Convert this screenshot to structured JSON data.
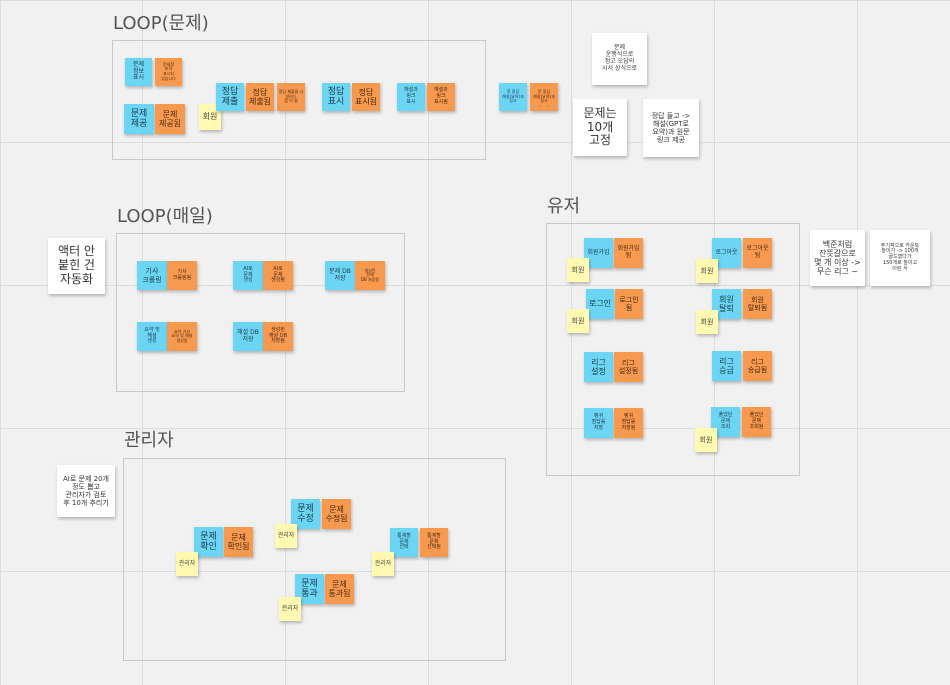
{
  "sections": {
    "loop_problem": "LOOP(문제)",
    "loop_daily": "LOOP(매일)",
    "admin": "관리자",
    "user": "유저"
  },
  "notes": {
    "p_show": "문제\n정보\n표시",
    "p_show_done": "문제정\n보이\n표시되\n었습니다",
    "p_provide": "문제\n제공",
    "p_provided": "문제\n제공됨",
    "p_member": "회원",
    "p_submit": "정답\n제출",
    "p_submitted": "정답\n제출됨",
    "p_submit_tiny": "정답 제출을 시 알려드\n림 이 될",
    "p_answer": "정답\n표시",
    "p_answered": "정답\n표시됨",
    "p_explain": "해설과\n링크\n표시",
    "p_explained": "해설과\n링크\n표시됨",
    "p_tiny1": "문 정답\n해설(요약)과\n링크",
    "p_tiny2": "문 정답\n해설(요약)과\n링크",
    "p_comment1": "문제\n운행식으로\n정고 오답의\n시서 상식으로",
    "p_fixed": "문제는\n10개\n고정",
    "p_comment2": "정답 들고 ->\n해설(GPT로\n요약)과 원문\n링크 제공",
    "d_crawl": "기사\n크롤링",
    "d_crawled": "기사\n크롤링됨",
    "d_ai_gen": "AI로\n문제\n생성",
    "d_ai_genned": "AI로\n문제\n생성됨",
    "d_db_save": "문제 DB\n저장",
    "d_db_saved": "생성된\n문제\nDB 저장됨",
    "d_summary": "요약 및\n해설\n생성",
    "d_summary_done": "요약 기사\n요약 및 해설\n생성됨",
    "d_exp_db": "해설 DB\n저장",
    "d_exp_db_done": "생성된\n해설 DB\n저장됨",
    "d_side_note": "액터 안\n붙힌 건\n자동화",
    "a_confirm": "문제\n확인",
    "a_confirmed": "문제\n확인됨",
    "a_admin1": "관리자",
    "a_edit": "문제\n수정",
    "a_edited": "문제\n수정됨",
    "a_admin2": "관리자",
    "a_pass": "문제\n통과",
    "a_passed": "문제\n통과됨",
    "a_admin3": "관리자",
    "a_select": "통계할\n문제\n선택",
    "a_selected": "통계할\n문제\n선택됨",
    "a_admin4": "관리자",
    "a_side_note": "AI로 문제 20개\n정도 뽑고\n관리자가 검토\n후 10개 추리기",
    "u_signup": "회원가입",
    "u_signed": "회원가입\n됨",
    "u_member1": "회원",
    "u_login": "로그인",
    "u_logged": "로그인\n됨",
    "u_member2": "회원",
    "u_league": "리그\n설정",
    "u_league_set": "리그\n설정됨",
    "u_rank": "랭귀\n점답률\n저장",
    "u_rank_saved": "랭귀\n점답률\n저장됨",
    "u_logout": "로그아웃",
    "u_logged_out": "로그아웃\n됨",
    "u_member3": "회원",
    "u_withdraw": "회원\n탈퇴",
    "u_withdrawn": "회원\n탈퇴됨",
    "u_member4": "회원",
    "u_promote": "리그\n승급",
    "u_promoted": "리그\n승급됨",
    "u_solved": "풀었던\n문제\n조회",
    "u_solved_done": "풀었던\n문제\n조회됨",
    "u_member5": "회원",
    "u_comment1": "백준처럼\n잔뜻갈으로\n몇 개 이상 ->\n무슨 리그 ~",
    "u_comment2": "주기적으로 카운트\n높이기 -> 100개\n골드였다가\n150개로 높이고\n이런 식"
  }
}
